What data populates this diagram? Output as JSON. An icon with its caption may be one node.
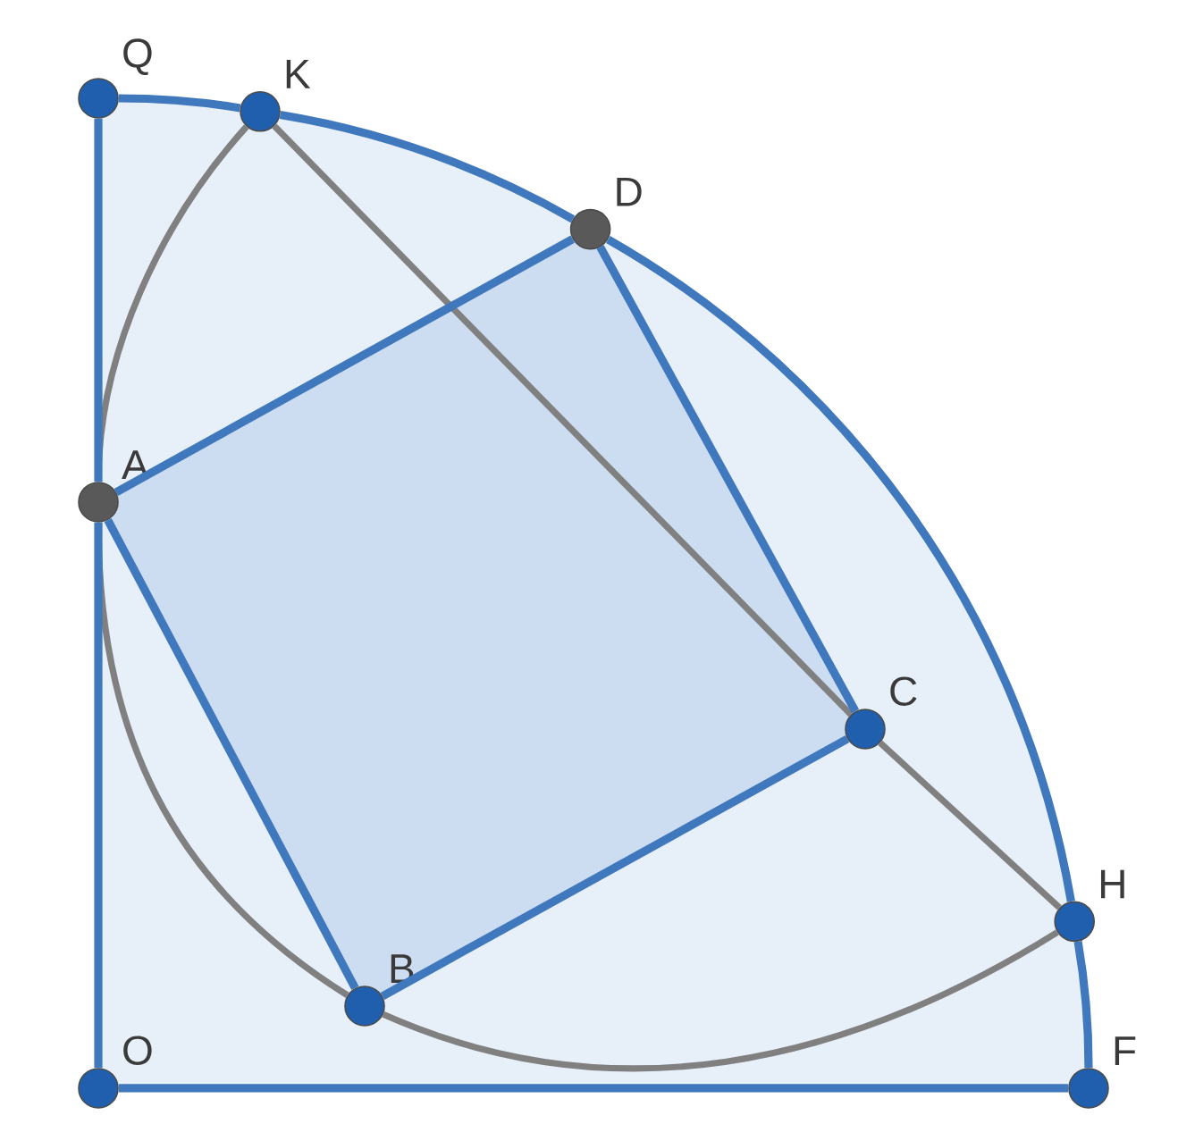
{
  "diagram": {
    "nodes": [
      {
        "text": [
          "Q"
        ]
      },
      {
        "text": [
          "K"
        ]
      },
      {
        "text": [
          "D"
        ]
      },
      {
        "text": [
          "A"
        ]
      },
      {
        "text": [
          "C"
        ]
      },
      {
        "text": [
          "H"
        ]
      },
      {
        "text": [
          "B"
        ]
      },
      {
        "text": [
          "O"
        ]
      },
      {
        "text": [
          "F"
        ]
      }
    ],
    "edges": [
      {
        "from": 7,
        "to": 3,
        "arrow": "none"
      },
      {
        "from": 3,
        "to": 0,
        "arrow": "none"
      },
      {
        "from": 7,
        "to": 8,
        "arrow": "none"
      },
      {
        "from": 0,
        "to": 1,
        "arrow": "none"
      },
      {
        "from": 1,
        "to": 2,
        "arrow": "none"
      },
      {
        "from": 2,
        "to": 5,
        "arrow": "none"
      },
      {
        "from": 5,
        "to": 8,
        "arrow": "none"
      },
      {
        "from": 3,
        "to": 2,
        "arrow": "none"
      },
      {
        "from": 2,
        "to": 4,
        "arrow": "none"
      },
      {
        "from": 4,
        "to": 6,
        "arrow": "none"
      },
      {
        "from": 6,
        "to": 3,
        "arrow": "none"
      },
      {
        "from": 1,
        "to": 4,
        "arrow": "none",
        "color": "#808080"
      },
      {
        "from": 4,
        "to": 5,
        "arrow": "none",
        "color": "#808080"
      },
      {
        "from": 1,
        "to": 3,
        "arrow": "none",
        "color": "#808080"
      },
      {
        "from": 3,
        "to": 6,
        "arrow": "none",
        "color": "#808080"
      },
      {
        "from": 6,
        "to": 5,
        "arrow": "none",
        "color": "#808080"
      }
    ]
  }
}
